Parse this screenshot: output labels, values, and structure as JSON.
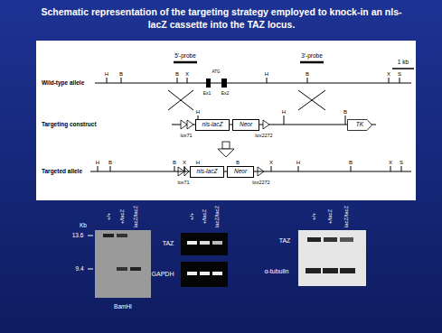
{
  "diagram": {
    "title": "Schematic representation of the targeting strategy employed to knock-in an nls-lacZ cassette into the TAZ locus.",
    "nodes": [
      {
        "text": [
          "nls-lacZ"
        ]
      },
      {
        "text": [
          "Neor"
        ]
      },
      {
        "text": [
          "TK"
        ]
      },
      {
        "text": [
          "nls-lacZ"
        ]
      },
      {
        "text": [
          "Neor"
        ]
      }
    ],
    "labels": [
      "5'-probe",
      "3'-probe",
      "Wild-type allele",
      "H",
      "B",
      "B",
      "X",
      "H",
      "B",
      "X",
      "S",
      "1 kb",
      "ATG",
      "Ex1",
      "Ex2",
      "Targeting construct",
      "H",
      "H",
      "B",
      "lox71",
      "lox2272",
      "Targeted allele",
      "H",
      "B",
      "B",
      "X",
      "H",
      "B",
      "X",
      "H",
      "B",
      "X",
      "S",
      "lox71",
      "lox2272",
      "Kb",
      "13.6",
      "9.4",
      "+/+",
      "+/lacZ",
      "lacZ/lacZ",
      "BamHI",
      "+/+",
      "+/lacZ",
      "lacZ/lacZ",
      "TAZ",
      "GAPDH",
      "+/+",
      "+/lacZ",
      "lacZ/lacZ",
      "TAZ",
      "α-tubulin"
    ]
  }
}
